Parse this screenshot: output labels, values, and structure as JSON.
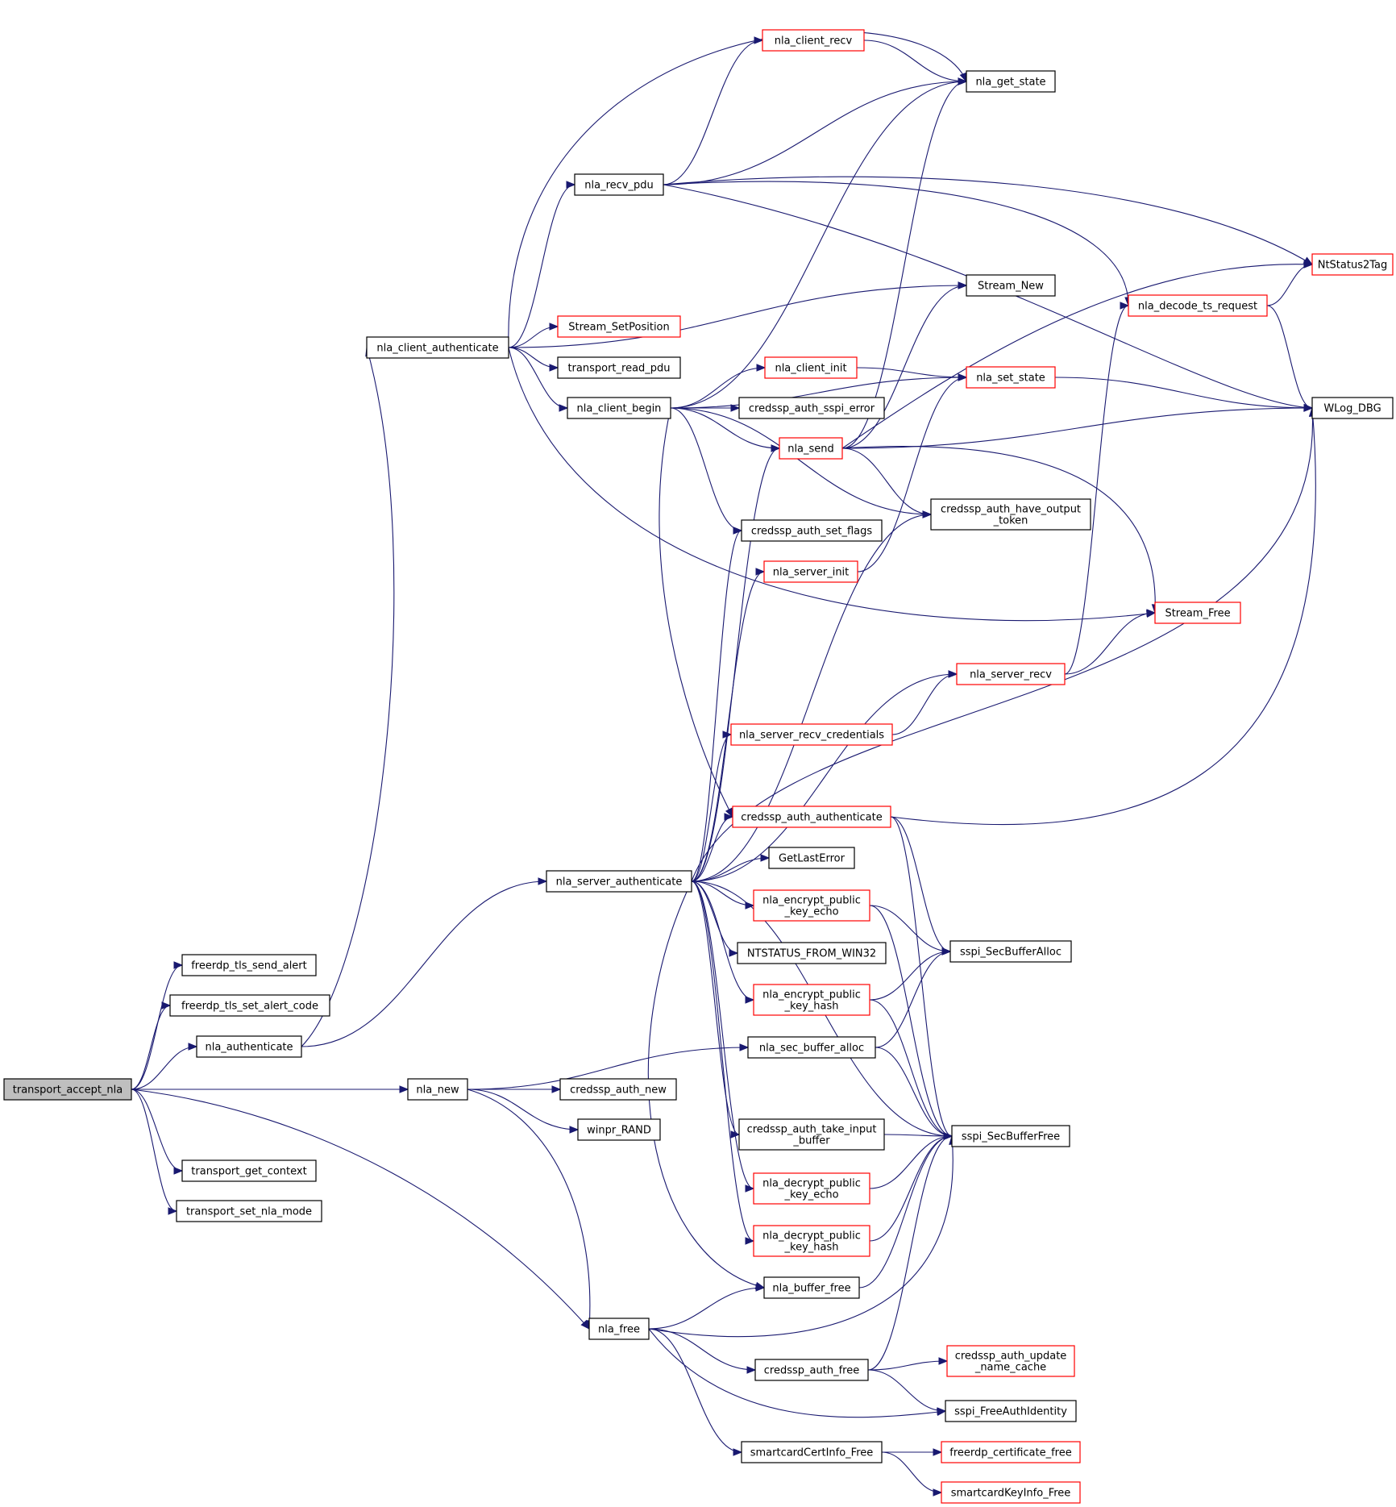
{
  "colors": {
    "edge": "#191970",
    "node_border": "#000000",
    "node_border_truncated": "#ff0000",
    "root_fill": "#bfbfbf",
    "node_fill": "#ffffff"
  },
  "nodes": [
    {
      "id": "transport_accept_nla",
      "lines": [
        "transport_accept_nla"
      ],
      "root": true
    },
    {
      "id": "freerdp_tls_send_alert",
      "lines": [
        "freerdp_tls_send_alert"
      ]
    },
    {
      "id": "freerdp_tls_set_alert_code",
      "lines": [
        "freerdp_tls_set_alert_code"
      ]
    },
    {
      "id": "nla_authenticate",
      "lines": [
        "nla_authenticate"
      ]
    },
    {
      "id": "nla_new",
      "lines": [
        "nla_new"
      ]
    },
    {
      "id": "transport_get_context",
      "lines": [
        "transport_get_context"
      ]
    },
    {
      "id": "transport_set_nla_mode",
      "lines": [
        "transport_set_nla_mode"
      ]
    },
    {
      "id": "nla_client_authenticate",
      "lines": [
        "nla_client_authenticate"
      ]
    },
    {
      "id": "nla_server_authenticate",
      "lines": [
        "nla_server_authenticate"
      ]
    },
    {
      "id": "nla_free",
      "lines": [
        "nla_free"
      ]
    },
    {
      "id": "nla_recv_pdu",
      "lines": [
        "nla_recv_pdu"
      ]
    },
    {
      "id": "nla_client_begin",
      "lines": [
        "nla_client_begin"
      ]
    },
    {
      "id": "credssp_auth_new",
      "lines": [
        "credssp_auth_new"
      ]
    },
    {
      "id": "winpr_RAND",
      "lines": [
        "winpr_RAND"
      ]
    },
    {
      "id": "nla_client_recv",
      "lines": [
        "nla_client_recv"
      ],
      "red": true
    },
    {
      "id": "Stream_SetPosition",
      "lines": [
        "Stream_SetPosition"
      ],
      "red": true
    },
    {
      "id": "transport_read_pdu",
      "lines": [
        "transport_read_pdu"
      ]
    },
    {
      "id": "nla_client_init",
      "lines": [
        "nla_client_init"
      ],
      "red": true
    },
    {
      "id": "credssp_auth_sspi_error",
      "lines": [
        "credssp_auth_sspi_error"
      ]
    },
    {
      "id": "nla_send",
      "lines": [
        "nla_send"
      ],
      "red": true
    },
    {
      "id": "credssp_auth_set_flags",
      "lines": [
        "credssp_auth_set_flags"
      ]
    },
    {
      "id": "nla_server_init",
      "lines": [
        "nla_server_init"
      ],
      "red": true
    },
    {
      "id": "nla_server_recv_credentials",
      "lines": [
        "nla_server_recv_credentials"
      ],
      "red": true
    },
    {
      "id": "credssp_auth_authenticate",
      "lines": [
        "credssp_auth_authenticate"
      ],
      "red": true
    },
    {
      "id": "GetLastError",
      "lines": [
        "GetLastError"
      ]
    },
    {
      "id": "nla_encrypt_public_key_echo",
      "lines": [
        "nla_encrypt_public",
        "_key_echo"
      ],
      "red": true
    },
    {
      "id": "NTSTATUS_FROM_WIN32",
      "lines": [
        "NTSTATUS_FROM_WIN32"
      ]
    },
    {
      "id": "nla_encrypt_public_key_hash",
      "lines": [
        "nla_encrypt_public",
        "_key_hash"
      ],
      "red": true
    },
    {
      "id": "nla_sec_buffer_alloc",
      "lines": [
        "nla_sec_buffer_alloc"
      ]
    },
    {
      "id": "credssp_auth_take_input_buffer",
      "lines": [
        "credssp_auth_take_input",
        "_buffer"
      ]
    },
    {
      "id": "nla_decrypt_public_key_echo",
      "lines": [
        "nla_decrypt_public",
        "_key_echo"
      ],
      "red": true
    },
    {
      "id": "nla_decrypt_public_key_hash",
      "lines": [
        "nla_decrypt_public",
        "_key_hash"
      ],
      "red": true
    },
    {
      "id": "nla_buffer_free",
      "lines": [
        "nla_buffer_free"
      ]
    },
    {
      "id": "credssp_auth_free",
      "lines": [
        "credssp_auth_free"
      ]
    },
    {
      "id": "smartcardCertInfo_Free",
      "lines": [
        "smartcardCertInfo_Free"
      ]
    },
    {
      "id": "nla_get_state",
      "lines": [
        "nla_get_state"
      ]
    },
    {
      "id": "NtStatus2Tag",
      "lines": [
        "NtStatus2Tag"
      ],
      "red": true
    },
    {
      "id": "Stream_New",
      "lines": [
        "Stream_New"
      ]
    },
    {
      "id": "nla_decode_ts_request",
      "lines": [
        "nla_decode_ts_request"
      ],
      "red": true
    },
    {
      "id": "nla_set_state",
      "lines": [
        "nla_set_state"
      ],
      "red": true
    },
    {
      "id": "WLog_DBG",
      "lines": [
        "WLog_DBG"
      ]
    },
    {
      "id": "credssp_auth_have_output_token",
      "lines": [
        "credssp_auth_have_output",
        "_token"
      ]
    },
    {
      "id": "Stream_Free",
      "lines": [
        "Stream_Free"
      ],
      "red": true
    },
    {
      "id": "nla_server_recv",
      "lines": [
        "nla_server_recv"
      ],
      "red": true
    },
    {
      "id": "sspi_SecBufferAlloc",
      "lines": [
        "sspi_SecBufferAlloc"
      ]
    },
    {
      "id": "sspi_SecBufferFree",
      "lines": [
        "sspi_SecBufferFree"
      ]
    },
    {
      "id": "credssp_auth_update_name_cache",
      "lines": [
        "credssp_auth_update",
        "_name_cache"
      ],
      "red": true
    },
    {
      "id": "sspi_FreeAuthIdentity",
      "lines": [
        "sspi_FreeAuthIdentity"
      ]
    },
    {
      "id": "freerdp_certificate_free",
      "lines": [
        "freerdp_certificate_free"
      ],
      "red": true
    },
    {
      "id": "smartcardKeyInfo_Free",
      "lines": [
        "smartcardKeyInfo_Free"
      ],
      "red": true
    }
  ],
  "edges": [
    [
      "transport_accept_nla",
      "freerdp_tls_send_alert"
    ],
    [
      "transport_accept_nla",
      "freerdp_tls_set_alert_code"
    ],
    [
      "transport_accept_nla",
      "nla_authenticate"
    ],
    [
      "transport_accept_nla",
      "nla_new"
    ],
    [
      "transport_accept_nla",
      "transport_get_context"
    ],
    [
      "transport_accept_nla",
      "transport_set_nla_mode"
    ],
    [
      "transport_accept_nla",
      "nla_free"
    ],
    [
      "nla_authenticate",
      "nla_client_authenticate"
    ],
    [
      "nla_authenticate",
      "nla_server_authenticate"
    ],
    [
      "nla_new",
      "nla_sec_buffer_alloc"
    ],
    [
      "nla_new",
      "credssp_auth_new"
    ],
    [
      "nla_new",
      "winpr_RAND"
    ],
    [
      "nla_new",
      "nla_free"
    ],
    [
      "nla_client_authenticate",
      "nla_get_state"
    ],
    [
      "nla_client_authenticate",
      "nla_recv_pdu"
    ],
    [
      "nla_client_authenticate",
      "Stream_New"
    ],
    [
      "nla_client_authenticate",
      "Stream_SetPosition"
    ],
    [
      "nla_client_authenticate",
      "transport_read_pdu"
    ],
    [
      "nla_client_authenticate",
      "nla_client_begin"
    ],
    [
      "nla_client_authenticate",
      "Stream_Free"
    ],
    [
      "nla_recv_pdu",
      "nla_client_recv"
    ],
    [
      "nla_recv_pdu",
      "nla_get_state"
    ],
    [
      "nla_recv_pdu",
      "NtStatus2Tag"
    ],
    [
      "nla_recv_pdu",
      "nla_decode_ts_request"
    ],
    [
      "nla_recv_pdu",
      "WLog_DBG"
    ],
    [
      "nla_client_recv",
      "nla_get_state"
    ],
    [
      "nla_client_begin",
      "nla_get_state"
    ],
    [
      "nla_client_begin",
      "nla_set_state"
    ],
    [
      "nla_client_begin",
      "nla_client_init"
    ],
    [
      "nla_client_begin",
      "credssp_auth_sspi_error"
    ],
    [
      "nla_client_begin",
      "nla_send"
    ],
    [
      "nla_client_begin",
      "credssp_auth_set_flags"
    ],
    [
      "nla_client_begin",
      "credssp_auth_have_output_token"
    ],
    [
      "nla_client_begin",
      "credssp_auth_authenticate"
    ],
    [
      "nla_client_init",
      "nla_set_state"
    ],
    [
      "nla_send",
      "nla_get_state"
    ],
    [
      "nla_send",
      "Stream_New"
    ],
    [
      "nla_send",
      "NtStatus2Tag"
    ],
    [
      "nla_send",
      "WLog_DBG"
    ],
    [
      "nla_send",
      "credssp_auth_have_output_token"
    ],
    [
      "nla_send",
      "Stream_Free"
    ],
    [
      "nla_set_state",
      "WLog_DBG"
    ],
    [
      "nla_decode_ts_request",
      "NtStatus2Tag"
    ],
    [
      "nla_decode_ts_request",
      "WLog_DBG"
    ],
    [
      "nla_server_init",
      "nla_set_state"
    ],
    [
      "nla_server_recv",
      "nla_decode_ts_request"
    ],
    [
      "nla_server_recv",
      "Stream_Free"
    ],
    [
      "nla_server_recv_credentials",
      "nla_server_recv"
    ],
    [
      "credssp_auth_authenticate",
      "WLog_DBG"
    ],
    [
      "credssp_auth_authenticate",
      "sspi_SecBufferAlloc"
    ],
    [
      "credssp_auth_authenticate",
      "sspi_SecBufferFree"
    ],
    [
      "nla_server_authenticate",
      "nla_send"
    ],
    [
      "nla_server_authenticate",
      "credssp_auth_set_flags"
    ],
    [
      "nla_server_authenticate",
      "nla_server_init"
    ],
    [
      "nla_server_authenticate",
      "credssp_auth_have_output_token"
    ],
    [
      "nla_server_authenticate",
      "nla_server_recv"
    ],
    [
      "nla_server_authenticate",
      "nla_server_recv_credentials"
    ],
    [
      "nla_server_authenticate",
      "WLog_DBG"
    ],
    [
      "nla_server_authenticate",
      "credssp_auth_authenticate"
    ],
    [
      "nla_server_authenticate",
      "GetLastError"
    ],
    [
      "nla_server_authenticate",
      "nla_encrypt_public_key_echo"
    ],
    [
      "nla_server_authenticate",
      "NTSTATUS_FROM_WIN32"
    ],
    [
      "nla_server_authenticate",
      "nla_encrypt_public_key_hash"
    ],
    [
      "nla_server_authenticate",
      "sspi_SecBufferFree"
    ],
    [
      "nla_server_authenticate",
      "credssp_auth_take_input_buffer"
    ],
    [
      "nla_server_authenticate",
      "nla_decrypt_public_key_echo"
    ],
    [
      "nla_server_authenticate",
      "nla_decrypt_public_key_hash"
    ],
    [
      "nla_server_authenticate",
      "nla_buffer_free"
    ],
    [
      "nla_encrypt_public_key_echo",
      "sspi_SecBufferAlloc"
    ],
    [
      "nla_encrypt_public_key_echo",
      "sspi_SecBufferFree"
    ],
    [
      "nla_encrypt_public_key_hash",
      "sspi_SecBufferAlloc"
    ],
    [
      "nla_encrypt_public_key_hash",
      "sspi_SecBufferFree"
    ],
    [
      "nla_sec_buffer_alloc",
      "sspi_SecBufferAlloc"
    ],
    [
      "nla_sec_buffer_alloc",
      "sspi_SecBufferFree"
    ],
    [
      "credssp_auth_take_input_buffer",
      "sspi_SecBufferFree"
    ],
    [
      "nla_decrypt_public_key_echo",
      "sspi_SecBufferFree"
    ],
    [
      "nla_decrypt_public_key_hash",
      "sspi_SecBufferFree"
    ],
    [
      "nla_buffer_free",
      "sspi_SecBufferFree"
    ],
    [
      "nla_free",
      "nla_buffer_free"
    ],
    [
      "nla_free",
      "sspi_SecBufferFree"
    ],
    [
      "nla_free",
      "credssp_auth_free"
    ],
    [
      "nla_free",
      "sspi_FreeAuthIdentity"
    ],
    [
      "nla_free",
      "smartcardCertInfo_Free"
    ],
    [
      "credssp_auth_free",
      "sspi_SecBufferFree"
    ],
    [
      "credssp_auth_free",
      "credssp_auth_update_name_cache"
    ],
    [
      "credssp_auth_free",
      "sspi_FreeAuthIdentity"
    ],
    [
      "smartcardCertInfo_Free",
      "freerdp_certificate_free"
    ],
    [
      "smartcardCertInfo_Free",
      "smartcardKeyInfo_Free"
    ]
  ]
}
